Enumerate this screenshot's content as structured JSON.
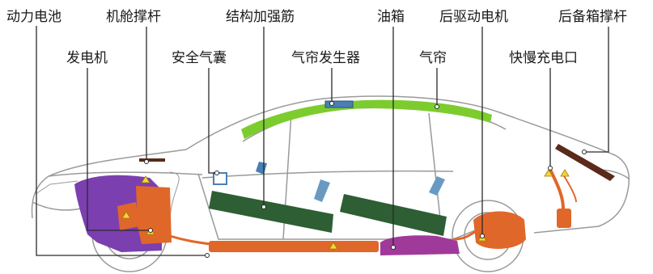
{
  "labels": {
    "power_battery": "动力电池",
    "hood_strut": "机舱撑杆",
    "structural_reinforcement": "结构加强筋",
    "fuel_tank": "油箱",
    "rear_drive_motor": "后驱动电机",
    "trunk_strut": "后备箱撑杆",
    "generator": "发电机",
    "safety_airbag": "安全气囊",
    "curtain_inflator": "气帘发生器",
    "curtain_airbag": "气帘",
    "charging_port": "快慢充电口"
  },
  "colors": {
    "battery_purple": "#7b3fb0",
    "reinforcement_green": "#2d5e34",
    "curtain_green": "#7ccc2e",
    "drive_orange": "#e0672a",
    "fuel_magenta": "#a03a9a",
    "body_outline": "#9a9a9a",
    "callout_blue": "#4a7fb5",
    "leader_line": "#2a2a2a"
  }
}
